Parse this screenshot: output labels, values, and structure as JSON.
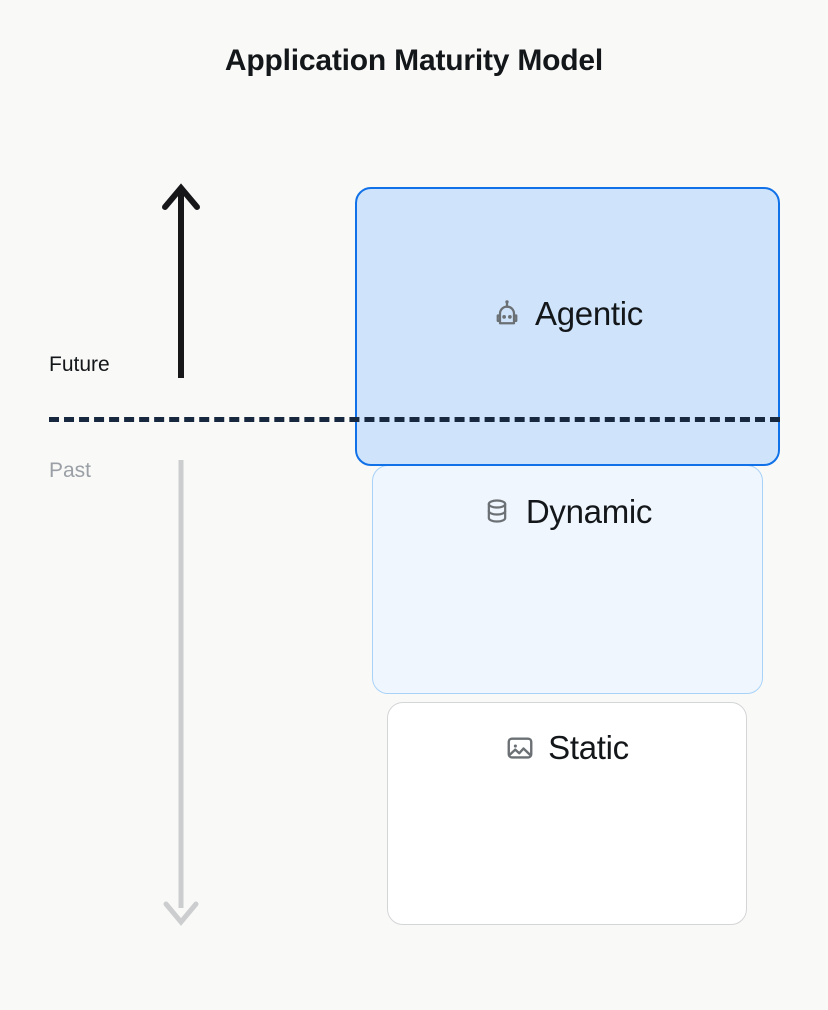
{
  "page": {
    "title": "Application Maturity Model",
    "background_color": "#f9f9f8"
  },
  "axis": {
    "future_label": "Future",
    "past_label": "Past",
    "up_arrow_icon": "arrow-up-icon",
    "down_arrow_icon": "arrow-down-icon",
    "up_arrow_color": "#17171a",
    "down_arrow_color": "#cccdce",
    "divider_icon": "dashed-divider",
    "divider_color": "#17283f"
  },
  "layers": [
    {
      "id": "agentic",
      "label": "Agentic",
      "icon": "robot-icon",
      "fill_color": "#cfe4fb",
      "border_color": "#1171e8",
      "era": "Future"
    },
    {
      "id": "dynamic",
      "label": "Dynamic",
      "icon": "database-icon",
      "fill_color": "#eff6fe",
      "border_color": "#a9d2f8",
      "era": "Past"
    },
    {
      "id": "static",
      "label": "Static",
      "icon": "image-icon",
      "fill_color": "#ffffff",
      "border_color": "#d4d5d6",
      "era": "Past"
    }
  ]
}
